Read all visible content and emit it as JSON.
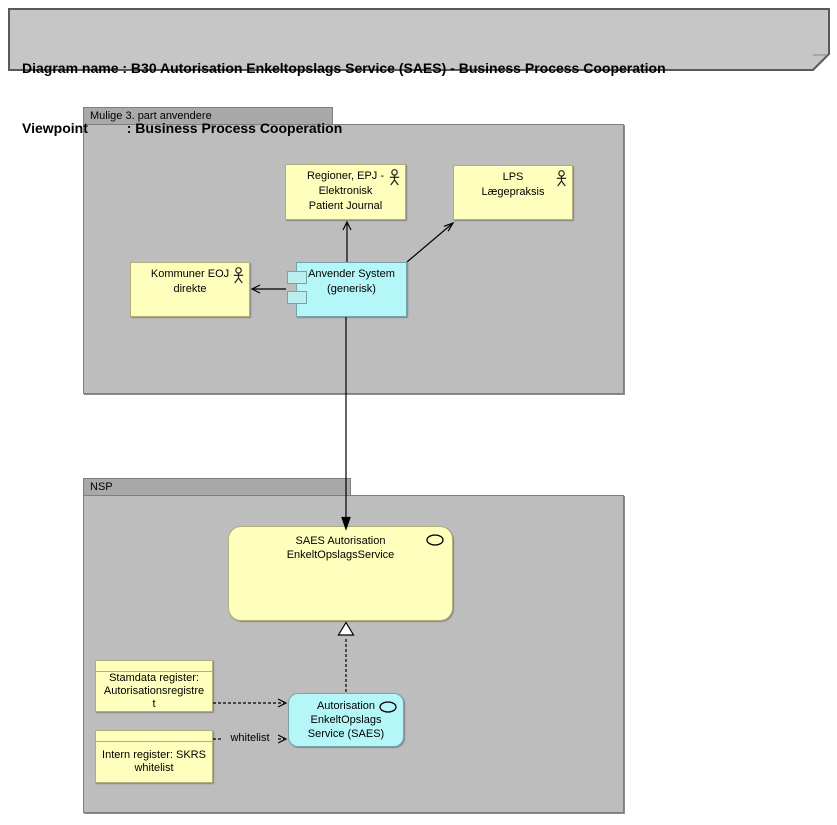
{
  "title_note": {
    "line1": "Diagram name : B30 Autorisation Enkeltopslags Service (SAES) - Business Process Cooperation",
    "line2": "Viewpoint          : Business Process Cooperation"
  },
  "groups": {
    "third_party_label": "Mulige 3. part anvendere",
    "nsp_label": "NSP"
  },
  "nodes": {
    "regioner": "Regioner, EPJ -\nElektronisk\nPatient Journal",
    "lps": "LPS\nLægepraksis",
    "kommuner": "Kommuner EOJ\ndirekte",
    "anvender": "Anvender System\n(generisk)",
    "saes_service": "SAES Autorisation\nEnkeltOpslagsService",
    "autorisation_service": "Autorisation\nEnkeltOpslags\nService (SAES)",
    "stamdata": "Stamdata register:\nAutorisationsregistre\nt",
    "intern": "Intern register: SKRS\nwhitelist"
  },
  "connections": {
    "whitelist_label": "whitelist"
  },
  "colors": {
    "business_fill": "#ffffbd",
    "business_border": "#b1ae7c",
    "application_fill": "#b5f6f9",
    "application_border": "#76a4aa",
    "group_tab_fill": "#a9a9a9",
    "group_body_fill": "#bdbdbd",
    "group_border": "#7f7f7f",
    "note_fill": "#c6c6c6",
    "note_border": "#595959",
    "connector": "#000000"
  }
}
